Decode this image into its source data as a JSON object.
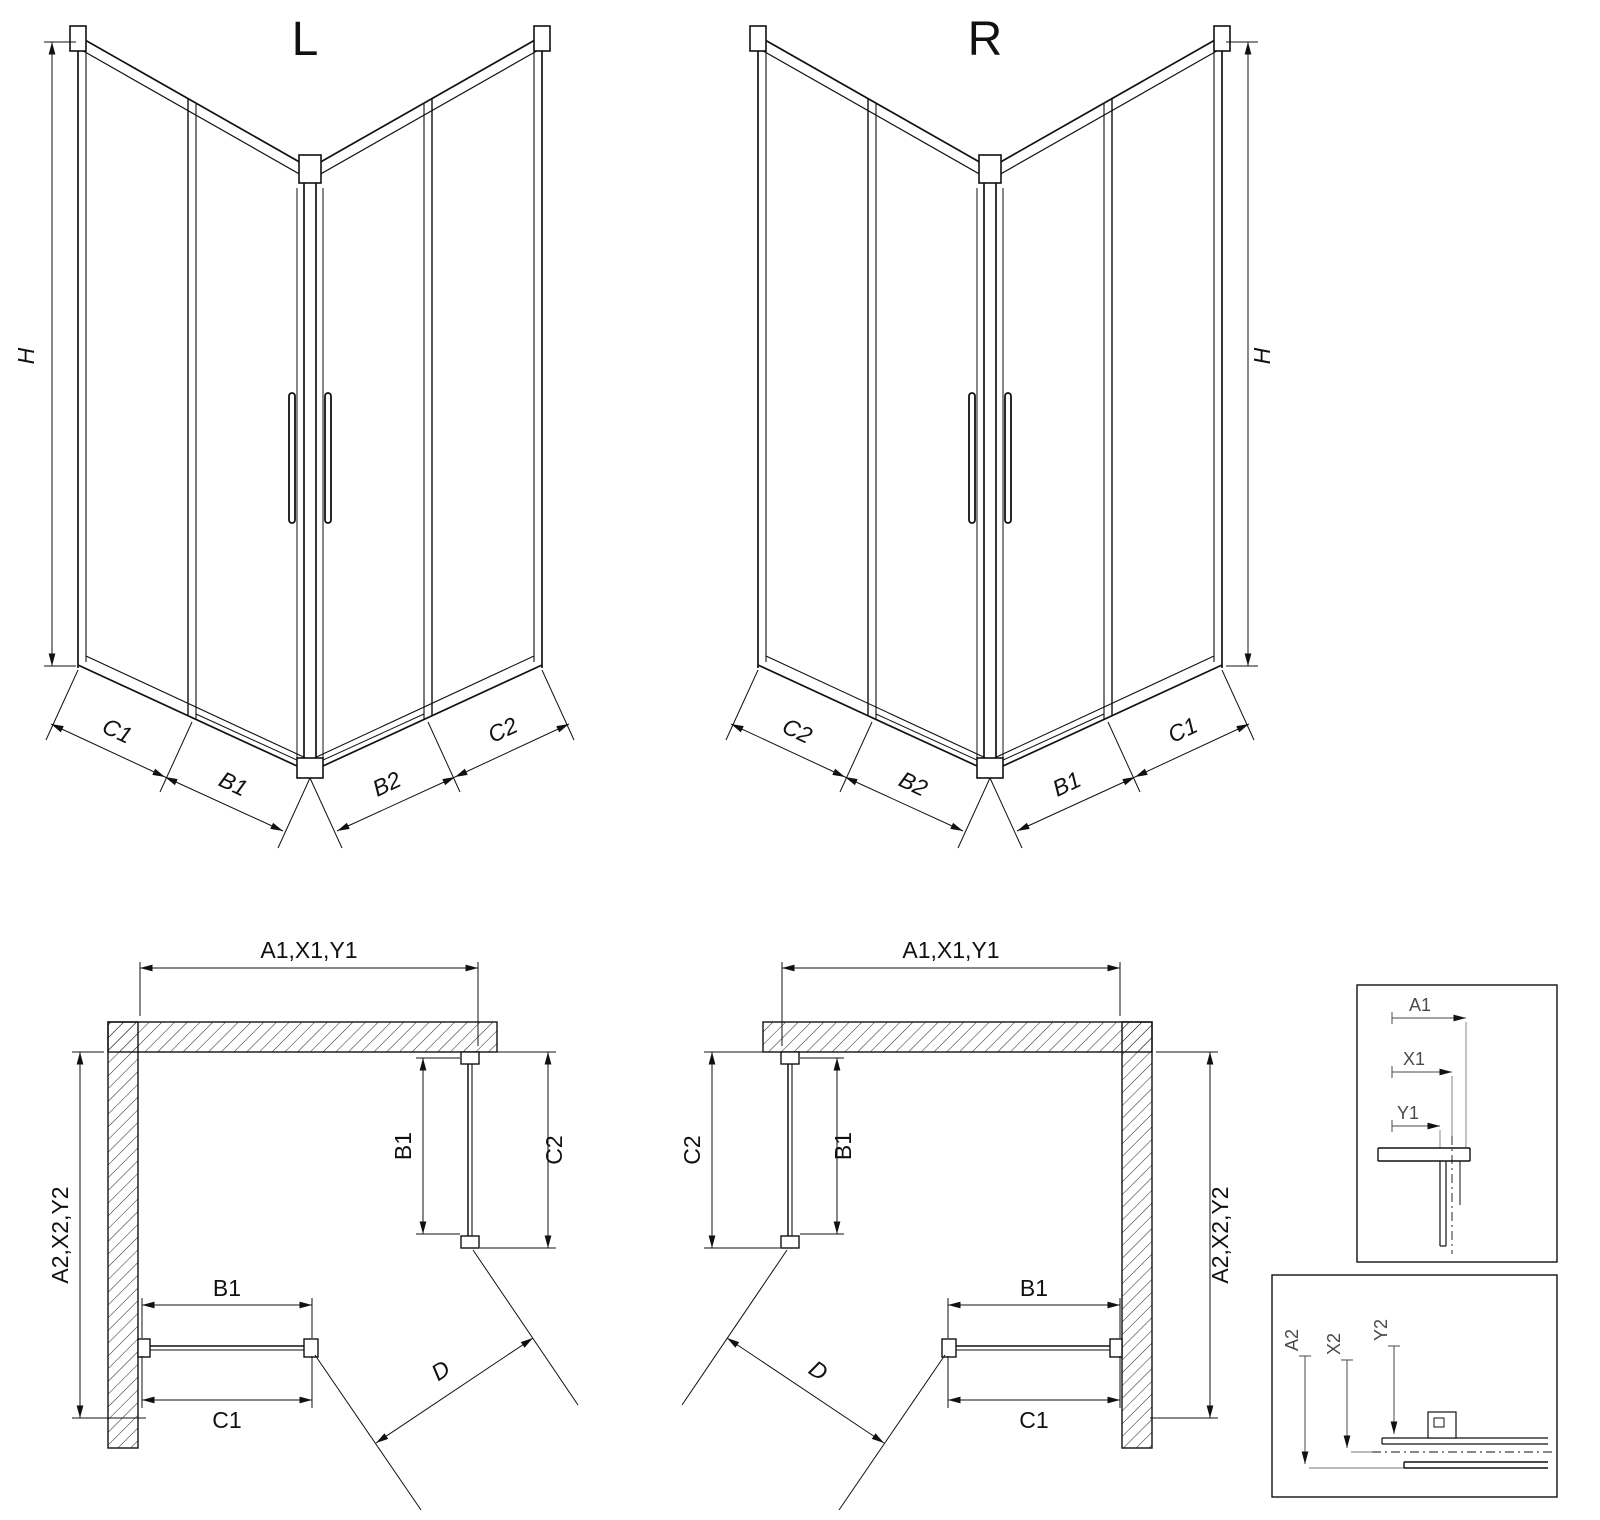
{
  "diagram": {
    "variant_left_label": "L",
    "variant_right_label": "R",
    "perspective_left": {
      "height": "H",
      "c1": "C1",
      "b1": "B1",
      "b2": "B2",
      "c2": "C2"
    },
    "perspective_right": {
      "height": "H",
      "c1": "C1",
      "b1": "B1",
      "b2": "B2",
      "c2": "C2"
    },
    "plan_left": {
      "width_top": "A1,X1,Y1",
      "depth_left": "A2,X2,Y2",
      "door_side_b1": "B1",
      "side_c2": "C2",
      "door_front_b1": "B1",
      "front_c1": "C1",
      "entry_d": "D"
    },
    "plan_right": {
      "width_top": "A1,X1,Y1",
      "depth_right": "A2,X2,Y2",
      "door_side_b1": "B1",
      "side_c2": "C2",
      "door_front_b1": "B1",
      "front_c1": "C1",
      "entry_d": "D"
    },
    "detail_top": {
      "a1": "A1",
      "x1": "X1",
      "y1": "Y1"
    },
    "detail_bottom": {
      "a2": "A2",
      "x2": "X2",
      "y2": "Y2"
    }
  }
}
